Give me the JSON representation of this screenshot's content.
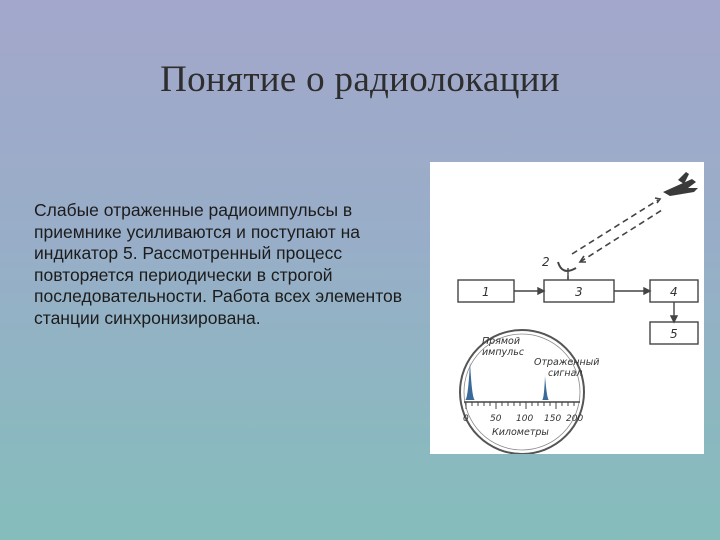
{
  "slide": {
    "title": "Понятие о радиолокации",
    "text": "Слабые отраженные радиоимпульсы в приемнике усиливаются и поступают на индикатор 5. Рассмотренный процесс повторяется периодически в строгой последовательности. Работа всех элементов станции синхронизирована."
  },
  "diagram": {
    "antenna_label": "2",
    "blocks": [
      "1",
      "3",
      "4",
      "5"
    ],
    "indicator": {
      "label_direct": [
        "Прямой",
        "импульс"
      ],
      "label_reflected": [
        "Отраженный",
        "сигнал"
      ],
      "scale_ticks": [
        "0",
        "50",
        "100",
        "150",
        "200"
      ],
      "scale_unit": "Километры"
    }
  },
  "colors": {
    "pulse": "#3a6a9a",
    "ink": "#444444"
  }
}
